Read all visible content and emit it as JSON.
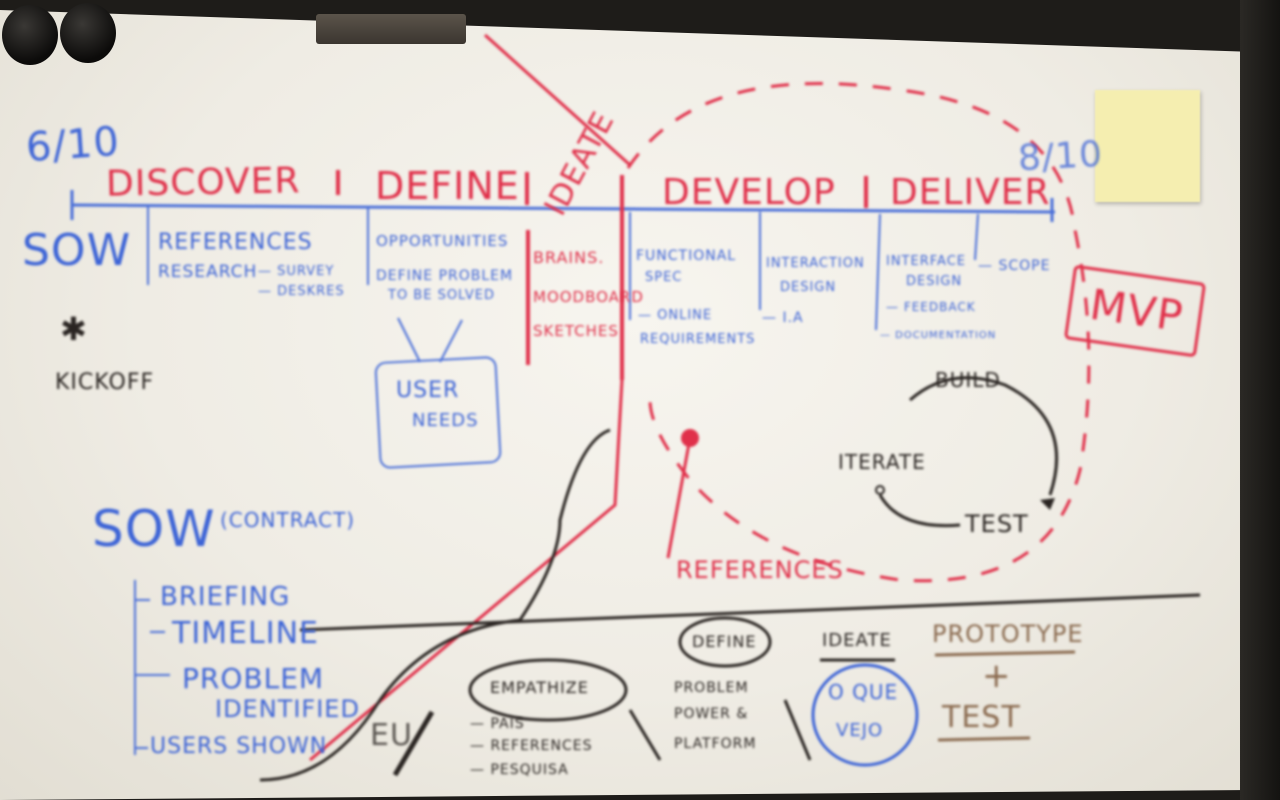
{
  "dates": {
    "start": "6/10",
    "end": "8/10"
  },
  "phases": [
    "DISCOVER",
    "DEFINE",
    "IDEATE",
    "DEVELOP",
    "DELIVER"
  ],
  "sow": "SOW",
  "kickoff": "KICKOFF",
  "discover_notes": [
    "REFERENCES",
    "RESEARCH",
    "— SURVEY",
    "— DESKRES"
  ],
  "define_notes": [
    "OPPORTUNITIES",
    "DEFINE PROBLEM",
    "TO BE SOLVED"
  ],
  "user_needs": [
    "USER",
    "NEEDS"
  ],
  "ideate_notes": [
    "BRAINS.",
    "MOODBOARD",
    "SKETCHES"
  ],
  "develop_notes": [
    "FUNCTIONAL",
    "SPEC",
    "— ONLINE",
    "REQUIREMENTS"
  ],
  "develop_notes2": [
    "INTERACTION",
    "DESIGN",
    "— I.A"
  ],
  "deliver_notes": [
    "INTERFACE",
    "DESIGN",
    "— FEEDBACK",
    "— DOCUMENTATION"
  ],
  "deliver_notes2": [
    "— SCOPE"
  ],
  "mvp": "MVP",
  "cycle": {
    "build": "BUILD",
    "test": "TEST",
    "iterate": "ITERATE"
  },
  "references": "REFERENCES",
  "sow_contract": {
    "title": "SOW",
    "suffix": "(CONTRACT)",
    "items": [
      "BRIEFING",
      "TIMELINE",
      "PROBLEM",
      "IDENTIFIED",
      "USERS SHOWN"
    ]
  },
  "bottom": {
    "eu": "EU",
    "empathize": "EMPATHIZE",
    "empathize_items": [
      "— PAIS",
      "— REFERENCES",
      "— PESQUISA"
    ],
    "define": "DEFINE",
    "define_items": [
      "PROBLEM",
      "POWER &",
      "PLATFORM"
    ],
    "ideate": "IDEATE",
    "o_que_vejo": [
      "O QUE",
      "VEJO"
    ],
    "prototype": "PROTOTYPE",
    "plus": "+",
    "test": "TEST"
  },
  "colors": {
    "red": "#e0304a",
    "blue": "#3d64d6",
    "black": "#2a2522",
    "brown": "#8a6a4f",
    "sticky": "#f5eeb0"
  }
}
